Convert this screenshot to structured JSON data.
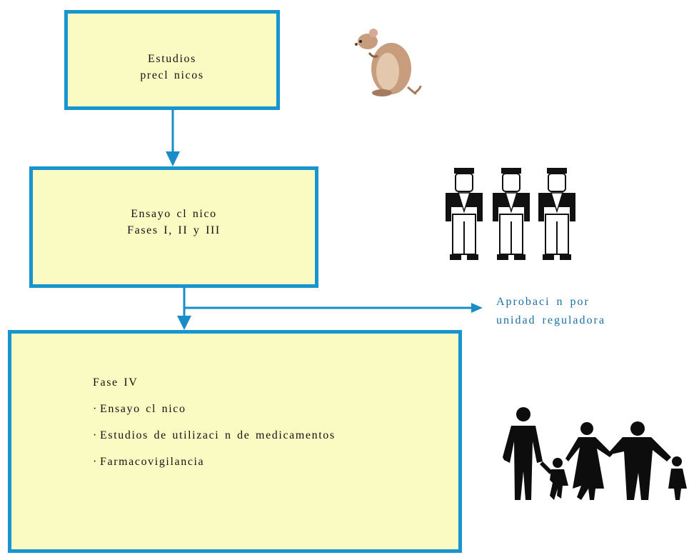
{
  "boxes": {
    "preclinical": {
      "line1": "Estudios",
      "line2": "precl nicos"
    },
    "clinical": {
      "line1": "Ensayo cl nico",
      "line2": "Fases I, II y III"
    },
    "phase4": {
      "title": "Fase IV",
      "items": [
        "Ensayo cl nico",
        "Estudios de utilizaci  n de medicamentos",
        "Farmacovigilancia"
      ]
    }
  },
  "approval": {
    "line1": "Aprobaci  n por",
    "line2": "unidad reguladora"
  },
  "icons": {
    "preclinical": "rat-icon",
    "clinical": "people-group-icon",
    "phase4": "family-silhouette-icon"
  },
  "colors": {
    "box_fill": "#fafbc3",
    "border": "#1894cf",
    "connector": "#1a8dc8"
  }
}
